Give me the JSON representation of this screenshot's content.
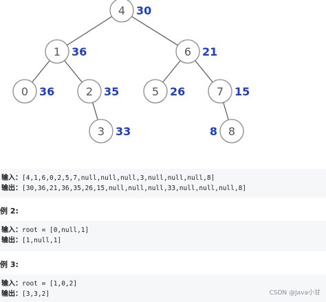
{
  "tree": {
    "nodes": [
      {
        "id": "n4",
        "value": "4",
        "sum": "30",
        "sum_side": "right"
      },
      {
        "id": "n1",
        "value": "1",
        "sum": "36",
        "sum_side": "right"
      },
      {
        "id": "n6",
        "value": "6",
        "sum": "21",
        "sum_side": "right"
      },
      {
        "id": "n0",
        "value": "0",
        "sum": "36",
        "sum_side": "right"
      },
      {
        "id": "n2",
        "value": "2",
        "sum": "35",
        "sum_side": "right"
      },
      {
        "id": "n5",
        "value": "5",
        "sum": "26",
        "sum_side": "right"
      },
      {
        "id": "n7",
        "value": "7",
        "sum": "15",
        "sum_side": "right"
      },
      {
        "id": "n3",
        "value": "3",
        "sum": "33",
        "sum_side": "right"
      },
      {
        "id": "n8",
        "value": "8",
        "sum": "8",
        "sum_side": "left"
      }
    ],
    "edges": [
      [
        "n4",
        "n1"
      ],
      [
        "n4",
        "n6"
      ],
      [
        "n1",
        "n0"
      ],
      [
        "n1",
        "n2"
      ],
      [
        "n6",
        "n5"
      ],
      [
        "n6",
        "n7"
      ],
      [
        "n2",
        "n3"
      ],
      [
        "n7",
        "n8"
      ]
    ]
  },
  "example1": {
    "input_label": "输入：",
    "input_value": "[4,1,6,0,2,5,7,null,null,null,3,null,null,null,8]",
    "output_label": "输出：",
    "output_value": "[30,36,21,36,35,26,15,null,null,null,33,null,null,null,8]"
  },
  "example2": {
    "heading": "例 2:",
    "input_label": "输入：",
    "input_value": "root = [0,null,1]",
    "output_label": "输出：",
    "output_value": "[1,null,1]"
  },
  "example3": {
    "heading": "例 3:",
    "input_label": "输入：",
    "input_value": "root = [1,0,2]",
    "output_label": "输出：",
    "output_value": "[3,3,2]"
  },
  "watermark": "CSDN @Java小甘",
  "colors": {
    "sum_text": "#1d3fbf",
    "node_border": "#8a8a8a",
    "code_bg": "#f6f7f9"
  }
}
